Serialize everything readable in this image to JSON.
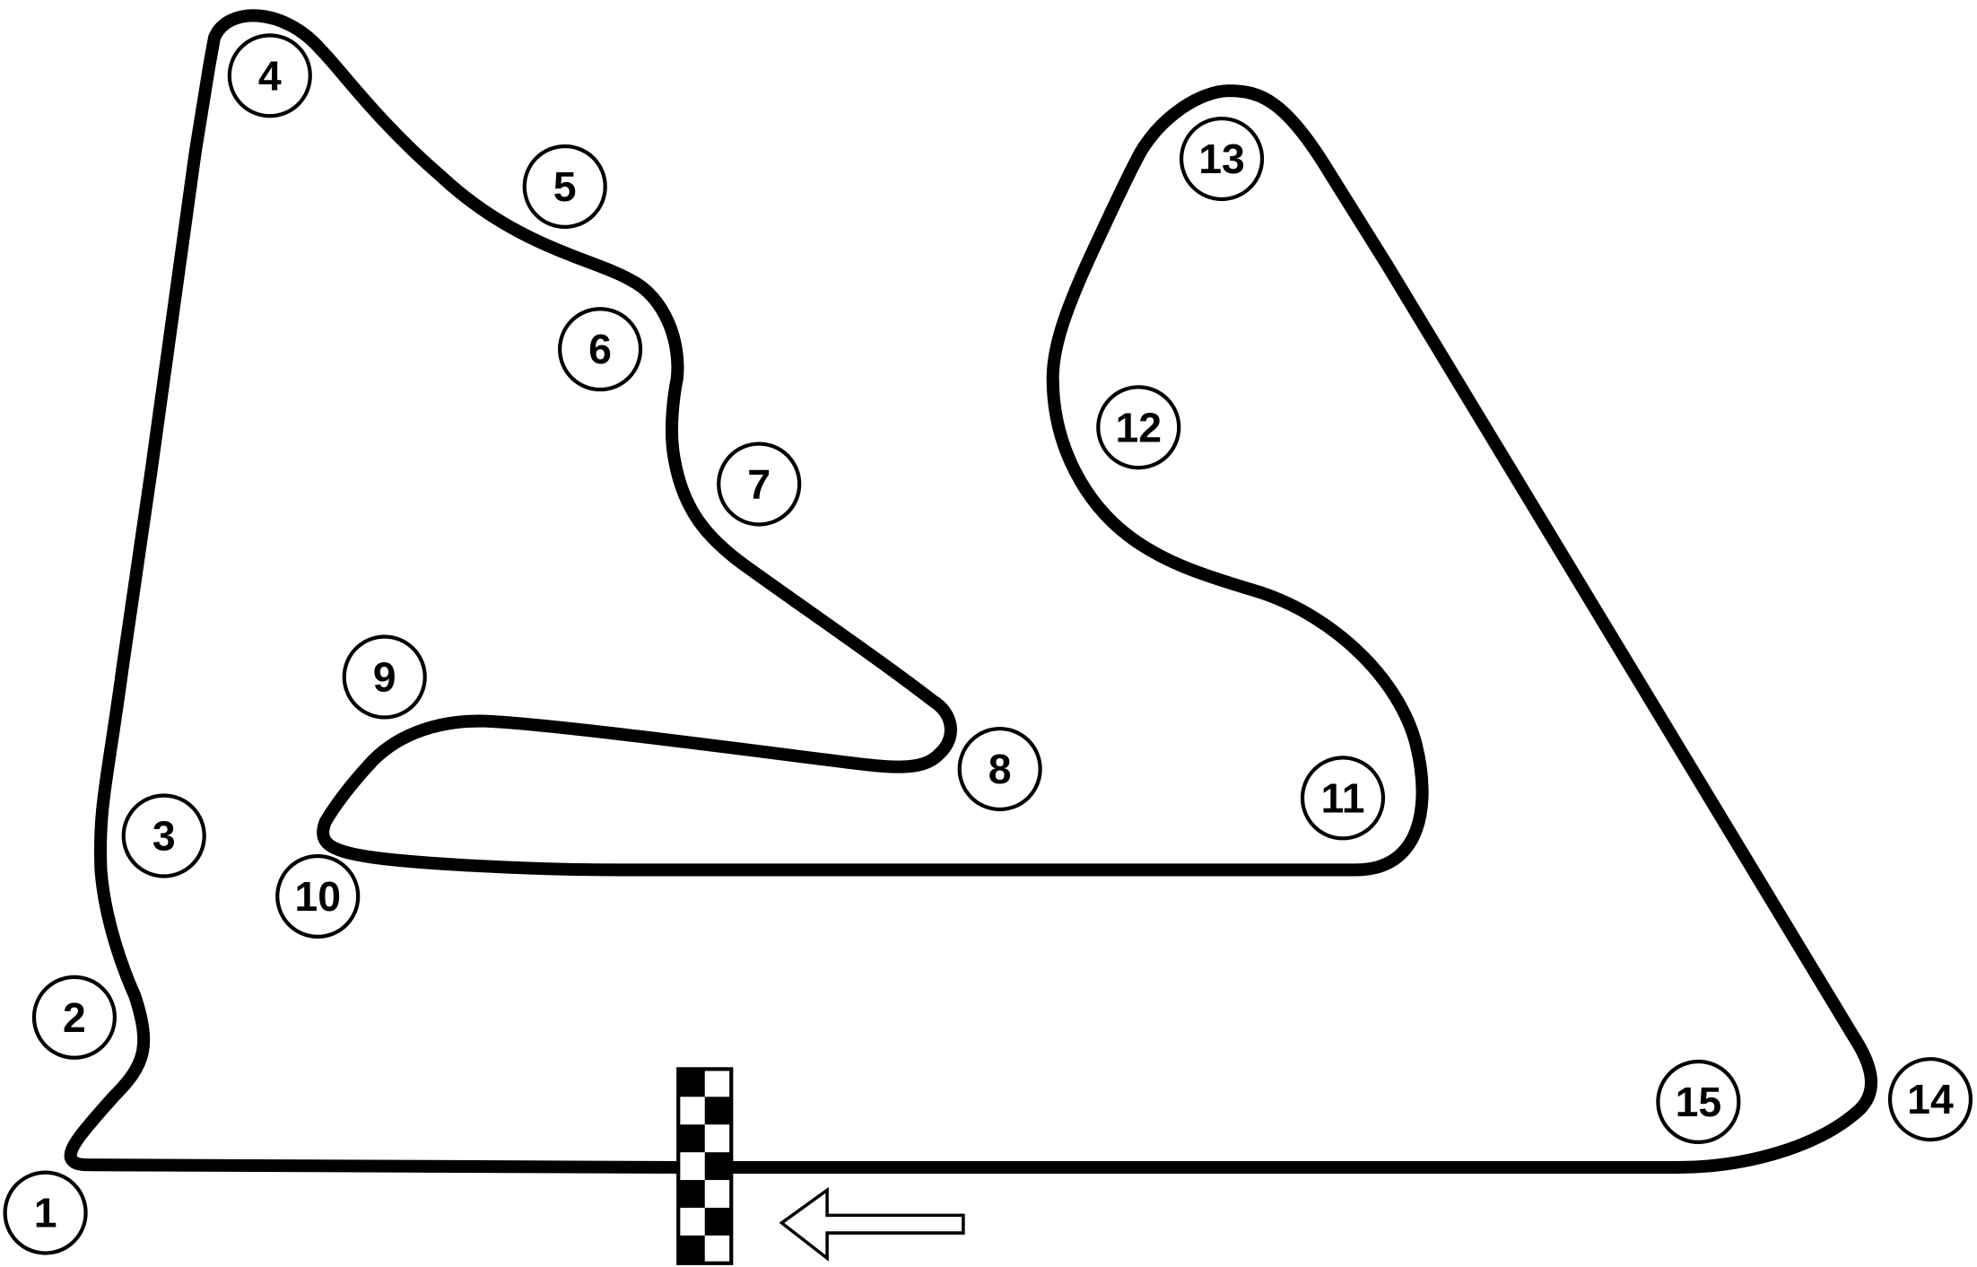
{
  "map": {
    "colors": {
      "track": "#000000",
      "background": "#ffffff",
      "marker_fill": "#ffffff",
      "marker_stroke": "#000000"
    },
    "finish_line": {
      "pattern": "black-white-checkered"
    },
    "direction_arrow": {
      "points": "left"
    },
    "turns": [
      {
        "label": "1"
      },
      {
        "label": "2"
      },
      {
        "label": "3"
      },
      {
        "label": "4"
      },
      {
        "label": "5"
      },
      {
        "label": "6"
      },
      {
        "label": "7"
      },
      {
        "label": "8"
      },
      {
        "label": "9"
      },
      {
        "label": "10"
      },
      {
        "label": "11"
      },
      {
        "label": "12"
      },
      {
        "label": "13"
      },
      {
        "label": "14"
      },
      {
        "label": "15"
      }
    ]
  }
}
